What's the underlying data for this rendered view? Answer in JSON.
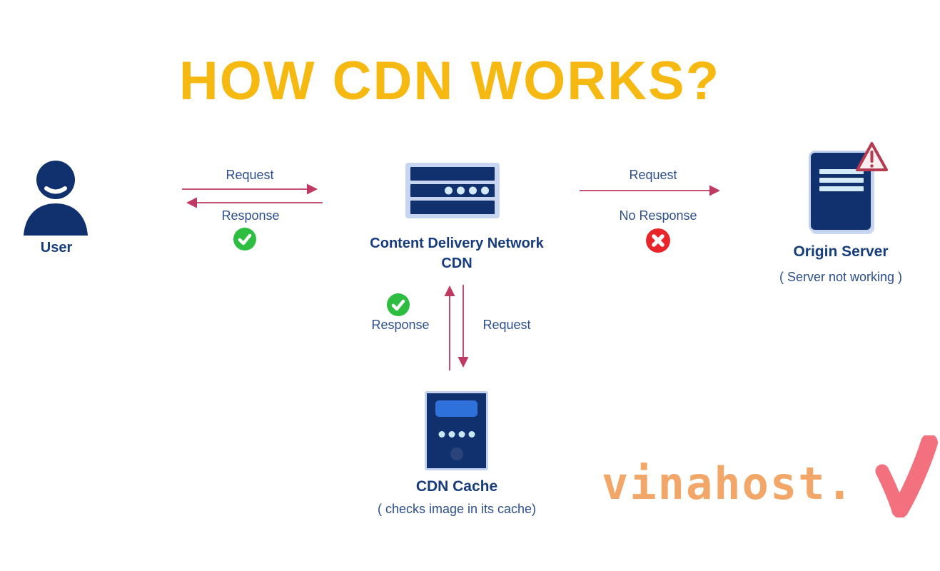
{
  "title": "HOW CDN WORKS?",
  "colors": {
    "title_yellow": "#F6B912",
    "navy": "#10316E",
    "label_navy": "#173C7C",
    "text_blue": "#2C4F8C",
    "arrow_crimson": "#BE3A62",
    "success_green": "#2DBE41",
    "error_red": "#E7252B",
    "warning_crimson": "#B43B52",
    "panel_light_blue": "#C8D5F0",
    "stripe_light_blue": "#D5EAF8",
    "cache_accent_blue": "#2E71DA",
    "watermark_orange": "#F2A768",
    "watermark_coral": "#F3717E"
  },
  "nodes": {
    "user": {
      "label": "User",
      "icon": "person-icon"
    },
    "cdn": {
      "label": "Content Delivery Network",
      "sublabel": "CDN",
      "icon": "cdn-server-icon"
    },
    "origin": {
      "label": "Origin Server",
      "sublabel": "( Server not working )",
      "icon": "origin-server-icon",
      "status_icon": "warning-triangle-icon"
    },
    "cache": {
      "label": "CDN Cache",
      "sublabel": "( checks image in its cache)",
      "icon": "cache-server-icon"
    }
  },
  "flows": {
    "user_cdn": {
      "request": "Request",
      "response": "Response",
      "status_icon": "check-circle-icon"
    },
    "cdn_origin": {
      "request": "Request",
      "response": "No Response",
      "status_icon": "x-circle-icon"
    },
    "cdn_cache": {
      "request": "Request",
      "response": "Response",
      "status_icon": "check-circle-icon"
    }
  },
  "watermark": {
    "text": "vinahost.",
    "mark": "v-check-mark"
  }
}
